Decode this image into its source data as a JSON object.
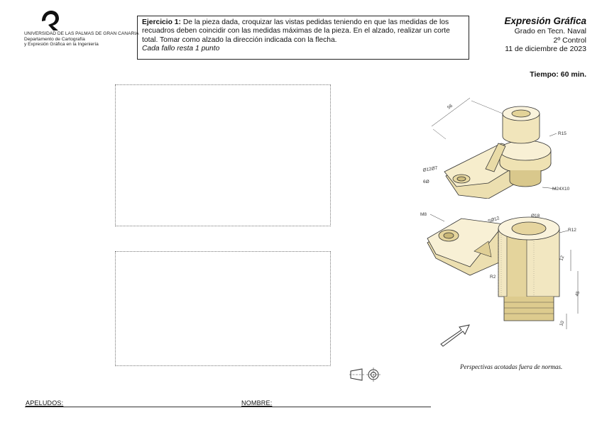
{
  "logo": {
    "line1": "UNIVERSIDAD DE LAS PALMAS DE GRAN CANARIA",
    "line2": "Departamento de Cartografía",
    "line3": "y Expresión Gráfica en la Ingeniería"
  },
  "exercise": {
    "label": "Ejercicio 1:",
    "text": " De la pieza dada, croquizar las vistas pedidas teniendo en que las medidas de los recuadros deben coincidir con las medidas máximas de la pieza. En el alzado, realizar un corte total. Tomar como alzado la dirección indicada con la flecha.",
    "penalty": "Cada fallo resta 1 punto"
  },
  "header": {
    "course": "Expresión Gráfica",
    "degree": "Grado en Tecn. Naval",
    "exam": "2º Control",
    "date": "11 de diciembre de 2023",
    "time": "Tiempo: 60 min."
  },
  "iso_top_dims": {
    "d1": "56",
    "d2": "R15",
    "d3": "Ø12Ø7",
    "d4": "6Ø",
    "d5": "M24X10"
  },
  "iso_bottom_dims": {
    "d1": "M8",
    "d2": "SØ12",
    "d3": "Ø18",
    "d4": "R12",
    "d5": "R2",
    "d6": "12",
    "d7": "45",
    "d8": "10"
  },
  "note": "Perspectivas acotadas fuera de normas.",
  "footer": {
    "apellidos": "APELUDOS:",
    "nombre": "NOMBRE:"
  }
}
